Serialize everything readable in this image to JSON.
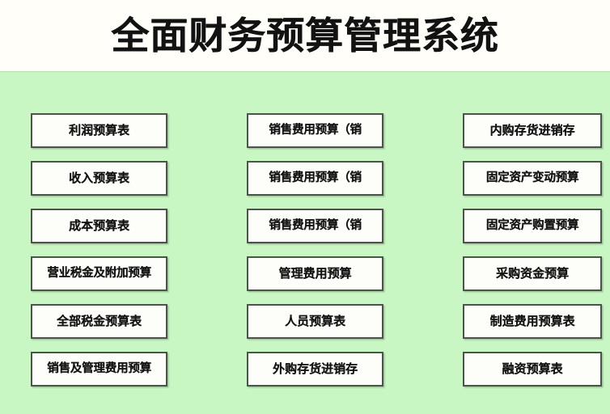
{
  "header": {
    "title": "全面财务预算管理系统"
  },
  "theme": {
    "panel_background": "#C9F7C4",
    "header_background": "#FFFEF8",
    "box_fill": "#FDFDF9",
    "box_border": "#4B5449",
    "text_color": "#141414"
  },
  "grid": {
    "columns": 3,
    "rows": 6,
    "columns_data": [
      {
        "column_name": "column-1",
        "items": [
          {
            "label": "利润预算表"
          },
          {
            "label": "收入预算表"
          },
          {
            "label": "成本预算表"
          },
          {
            "label": "营业税金及附加预算"
          },
          {
            "label": "全部税金预算表"
          },
          {
            "label": "销售及管理费用预算"
          }
        ]
      },
      {
        "column_name": "column-2",
        "items": [
          {
            "label": "销售费用预算（销"
          },
          {
            "label": "销售费用预算（销"
          },
          {
            "label": "销售费用预算（销"
          },
          {
            "label": "管理费用预算"
          },
          {
            "label": "人员预算表"
          },
          {
            "label": "外购存货进销存"
          }
        ]
      },
      {
        "column_name": "column-3",
        "items": [
          {
            "label": "内购存货进销存"
          },
          {
            "label": "固定资产变动预算"
          },
          {
            "label": "固定资产购置预算"
          },
          {
            "label": "采购资金预算"
          },
          {
            "label": "制造费用预算表"
          },
          {
            "label": "融资预算表"
          }
        ]
      }
    ]
  }
}
